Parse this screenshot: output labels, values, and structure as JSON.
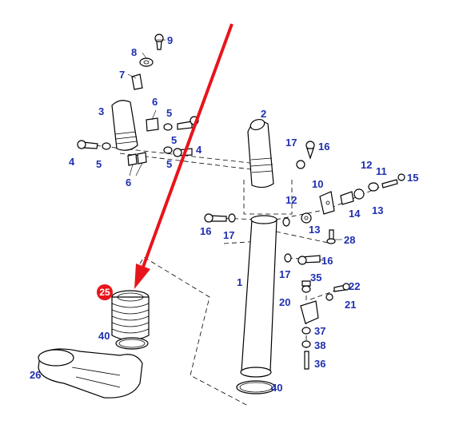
{
  "diagram": {
    "highlight_color": "#e8141b",
    "label_color": "#1f2fb0",
    "highlighted_part": "25",
    "labels": {
      "p1": "1",
      "p2": "2",
      "p3": "3",
      "p4a": "4",
      "p4b": "4",
      "p5a": "5",
      "p5b": "5",
      "p5c": "5",
      "p5d": "5",
      "p6a": "6",
      "p6b": "6",
      "p7": "7",
      "p8": "8",
      "p9": "9",
      "p10": "10",
      "p11": "11",
      "p12a": "12",
      "p12b": "12",
      "p13a": "13",
      "p13b": "13",
      "p14": "14",
      "p15": "15",
      "p16a": "16",
      "p16b": "16",
      "p16c": "16",
      "p17a": "17",
      "p17b": "17",
      "p17c": "17",
      "p20": "20",
      "p21": "21",
      "p22": "22",
      "p25": "25",
      "p26": "26",
      "p28": "28",
      "p35": "35",
      "p36": "36",
      "p37": "37",
      "p38": "38",
      "p40a": "40",
      "p40b": "40"
    }
  }
}
